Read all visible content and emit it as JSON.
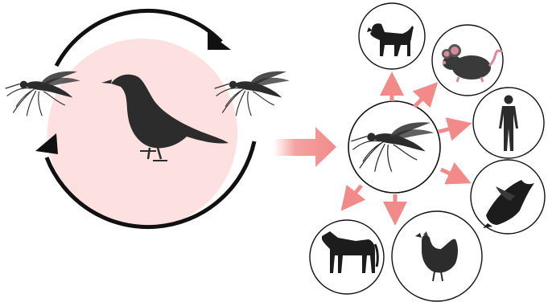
{
  "diagram": {
    "colors": {
      "background": "#ffffff",
      "cycle_fill": "#fde0e0",
      "arrow": "#f28a8a",
      "silhouette": "#2c2c2c",
      "cycle_arrow": "#111111",
      "circle_stroke": "#111111"
    },
    "cycle": {
      "host": "bird-icon",
      "vectors": [
        "mosquito-icon",
        "mosquito-icon"
      ],
      "direction": "clockwise"
    },
    "transmission": {
      "source": "mosquito-icon",
      "targets": [
        {
          "id": "dog",
          "icon": "dog-icon"
        },
        {
          "id": "mouse",
          "icon": "mouse-icon"
        },
        {
          "id": "human",
          "icon": "human-icon"
        },
        {
          "id": "bat",
          "icon": "bat-icon"
        },
        {
          "id": "chicken",
          "icon": "chicken-icon"
        },
        {
          "id": "horse",
          "icon": "horse-icon"
        }
      ]
    }
  }
}
